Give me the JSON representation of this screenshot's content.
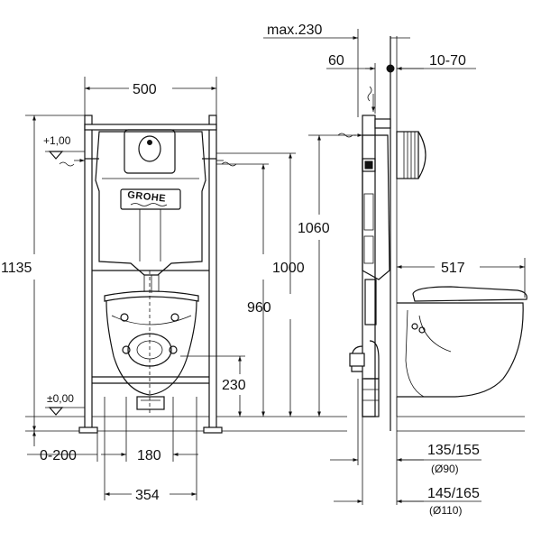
{
  "brand": "GROHE",
  "front": {
    "width": "500",
    "height_total": "1135",
    "level_top": "+1,00",
    "level_zero": "±0,00",
    "h_1060": "1060",
    "h_1000": "1000",
    "h_960": "960",
    "h_230": "230",
    "floor_offset": "0-200",
    "spacing_180": "180",
    "spacing_354": "354"
  },
  "side": {
    "max_depth": "max.230",
    "d_60": "60",
    "d_10_70": "10-70",
    "bowl_517": "517",
    "pipe_135_155": "135/155",
    "pipe_dia_90": "(Ø90)",
    "pipe_145_165": "145/165",
    "pipe_dia_110": "(Ø110)"
  }
}
